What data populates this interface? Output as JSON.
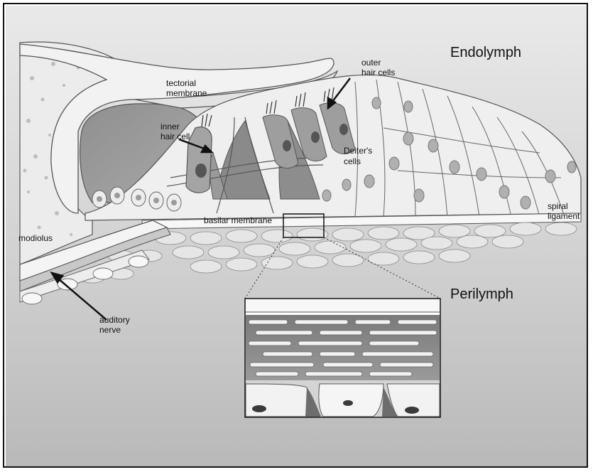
{
  "figure": {
    "regions": {
      "endolymph": "Endolymph",
      "perilymph": "Perilymph"
    },
    "labels": {
      "tectorial_line1": "tectorial",
      "tectorial_line2": "membrane",
      "outer_hair_line1": "outer",
      "outer_hair_line2": "hair cells",
      "inner_hair_line1": "inner",
      "inner_hair_line2": "hair cell",
      "deiters_line1": "Deiter's",
      "deiters_line2": "cells",
      "basilar": "basilar membrane",
      "spiral_line1": "spiral",
      "spiral_line2": "ligament",
      "modiolus": "modiolus",
      "auditory_line1": "auditory",
      "auditory_line2": "nerve"
    }
  }
}
